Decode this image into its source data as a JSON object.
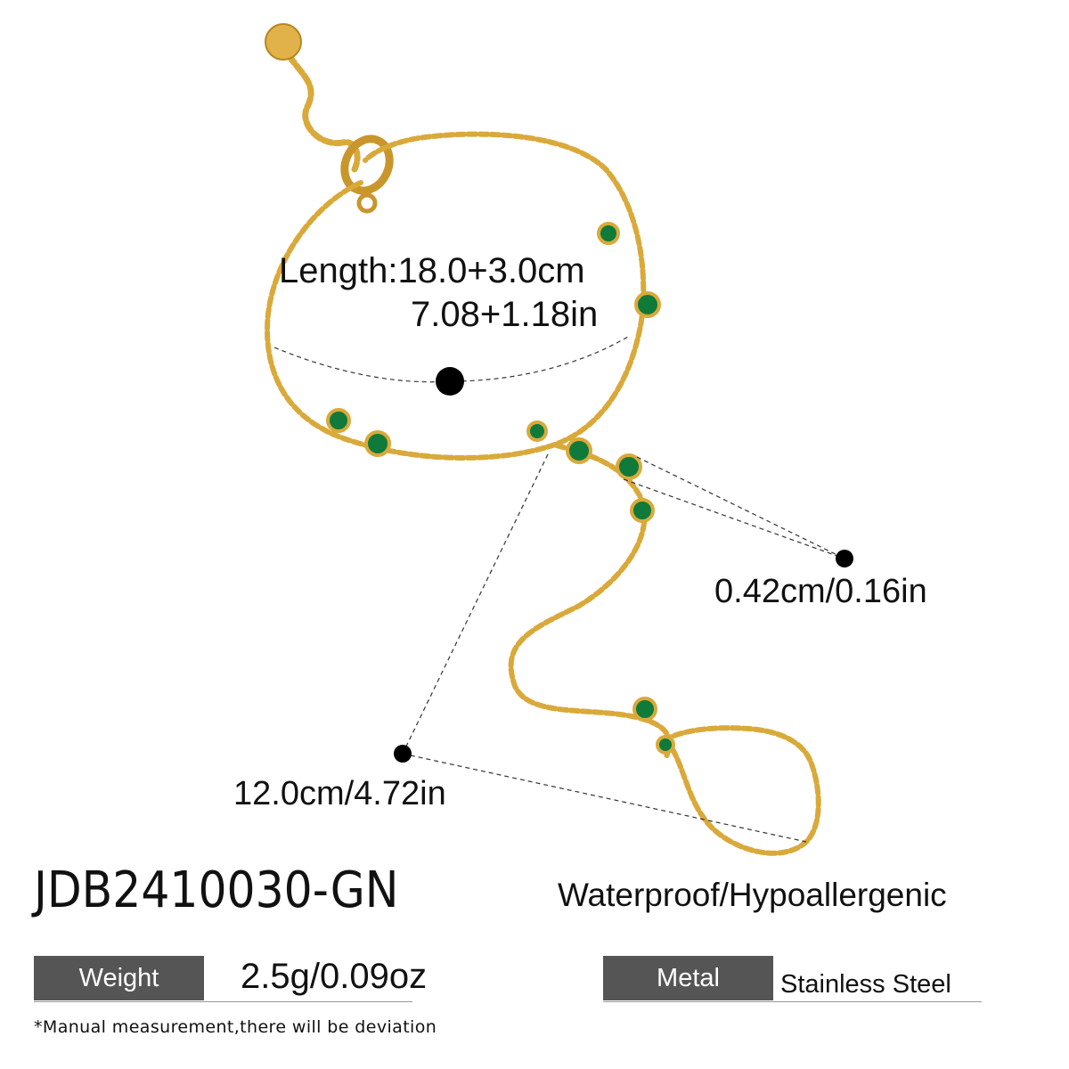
{
  "measurements": {
    "length_cm": "Length:18.0+3.0cm",
    "length_in": "7.08+1.18in",
    "stone_size": "0.42cm/0.16in",
    "finger_chain": "12.0cm/4.72in"
  },
  "product": {
    "code": "JDB2410030-GN",
    "features": "Waterproof/Hypoallergenic"
  },
  "specs": {
    "weight_label": "Weight",
    "weight_value": "2.5g/0.09oz",
    "metal_label": "Metal",
    "metal_value": "Stainless Steel"
  },
  "disclaimer": "*Manual measurement,there will be deviation",
  "colors": {
    "gold": "#d9a93a",
    "gold_dark": "#b8861f",
    "emerald": "#0f7a3a",
    "label_bg": "#555555"
  }
}
